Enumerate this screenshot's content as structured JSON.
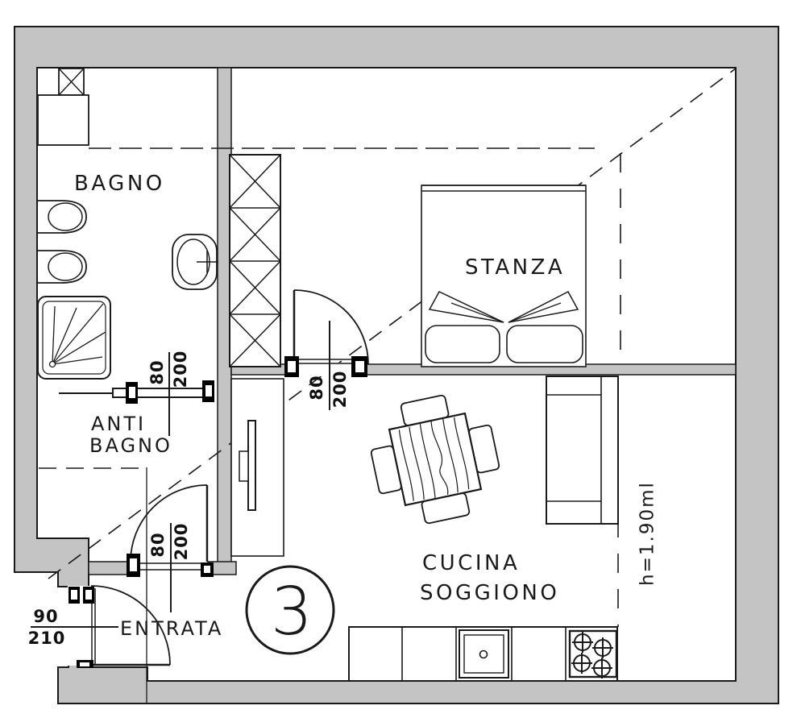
{
  "floor_plan": {
    "rooms": {
      "bagno": "BAGNO",
      "anti_bagno": {
        "line1": "ANTI",
        "line2": "BAGNO"
      },
      "stanza": "STANZA",
      "cucina_soggiorno": {
        "line1": "CUCINA",
        "line2": "SOGGIONO"
      },
      "entrata": "ENTRATA"
    },
    "doors": {
      "bagno_sliding_door": {
        "width": "80",
        "height": "200"
      },
      "stanza_door": {
        "width": "80",
        "height": "200"
      },
      "antibagno_door": {
        "width": "80",
        "height": "200"
      },
      "entry_door": {
        "width": "90",
        "height": "210"
      }
    },
    "notes": {
      "ceiling_height": "h=1.90ml",
      "unit_number": "3"
    },
    "colors": {
      "wall_fill": "#c4c4c4",
      "line": "#1a1a1a",
      "background": "#ffffff"
    }
  }
}
